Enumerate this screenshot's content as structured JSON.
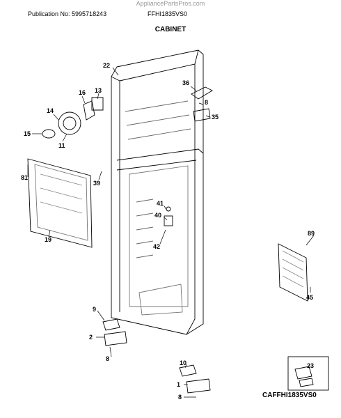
{
  "watermark": "AppliancePartsPros.com",
  "publication": "Publication No: 5995718243",
  "model": "FFHI1835VS0",
  "section_title": "CABINET",
  "footer_code": "CAFFHI1835VS0",
  "callouts": [
    "22",
    "36",
    "8",
    "35",
    "16",
    "13",
    "14",
    "15",
    "11",
    "81",
    "39",
    "41",
    "40",
    "42",
    "19",
    "89",
    "45",
    "9",
    "2",
    "8",
    "10",
    "23",
    "1",
    "8"
  ]
}
